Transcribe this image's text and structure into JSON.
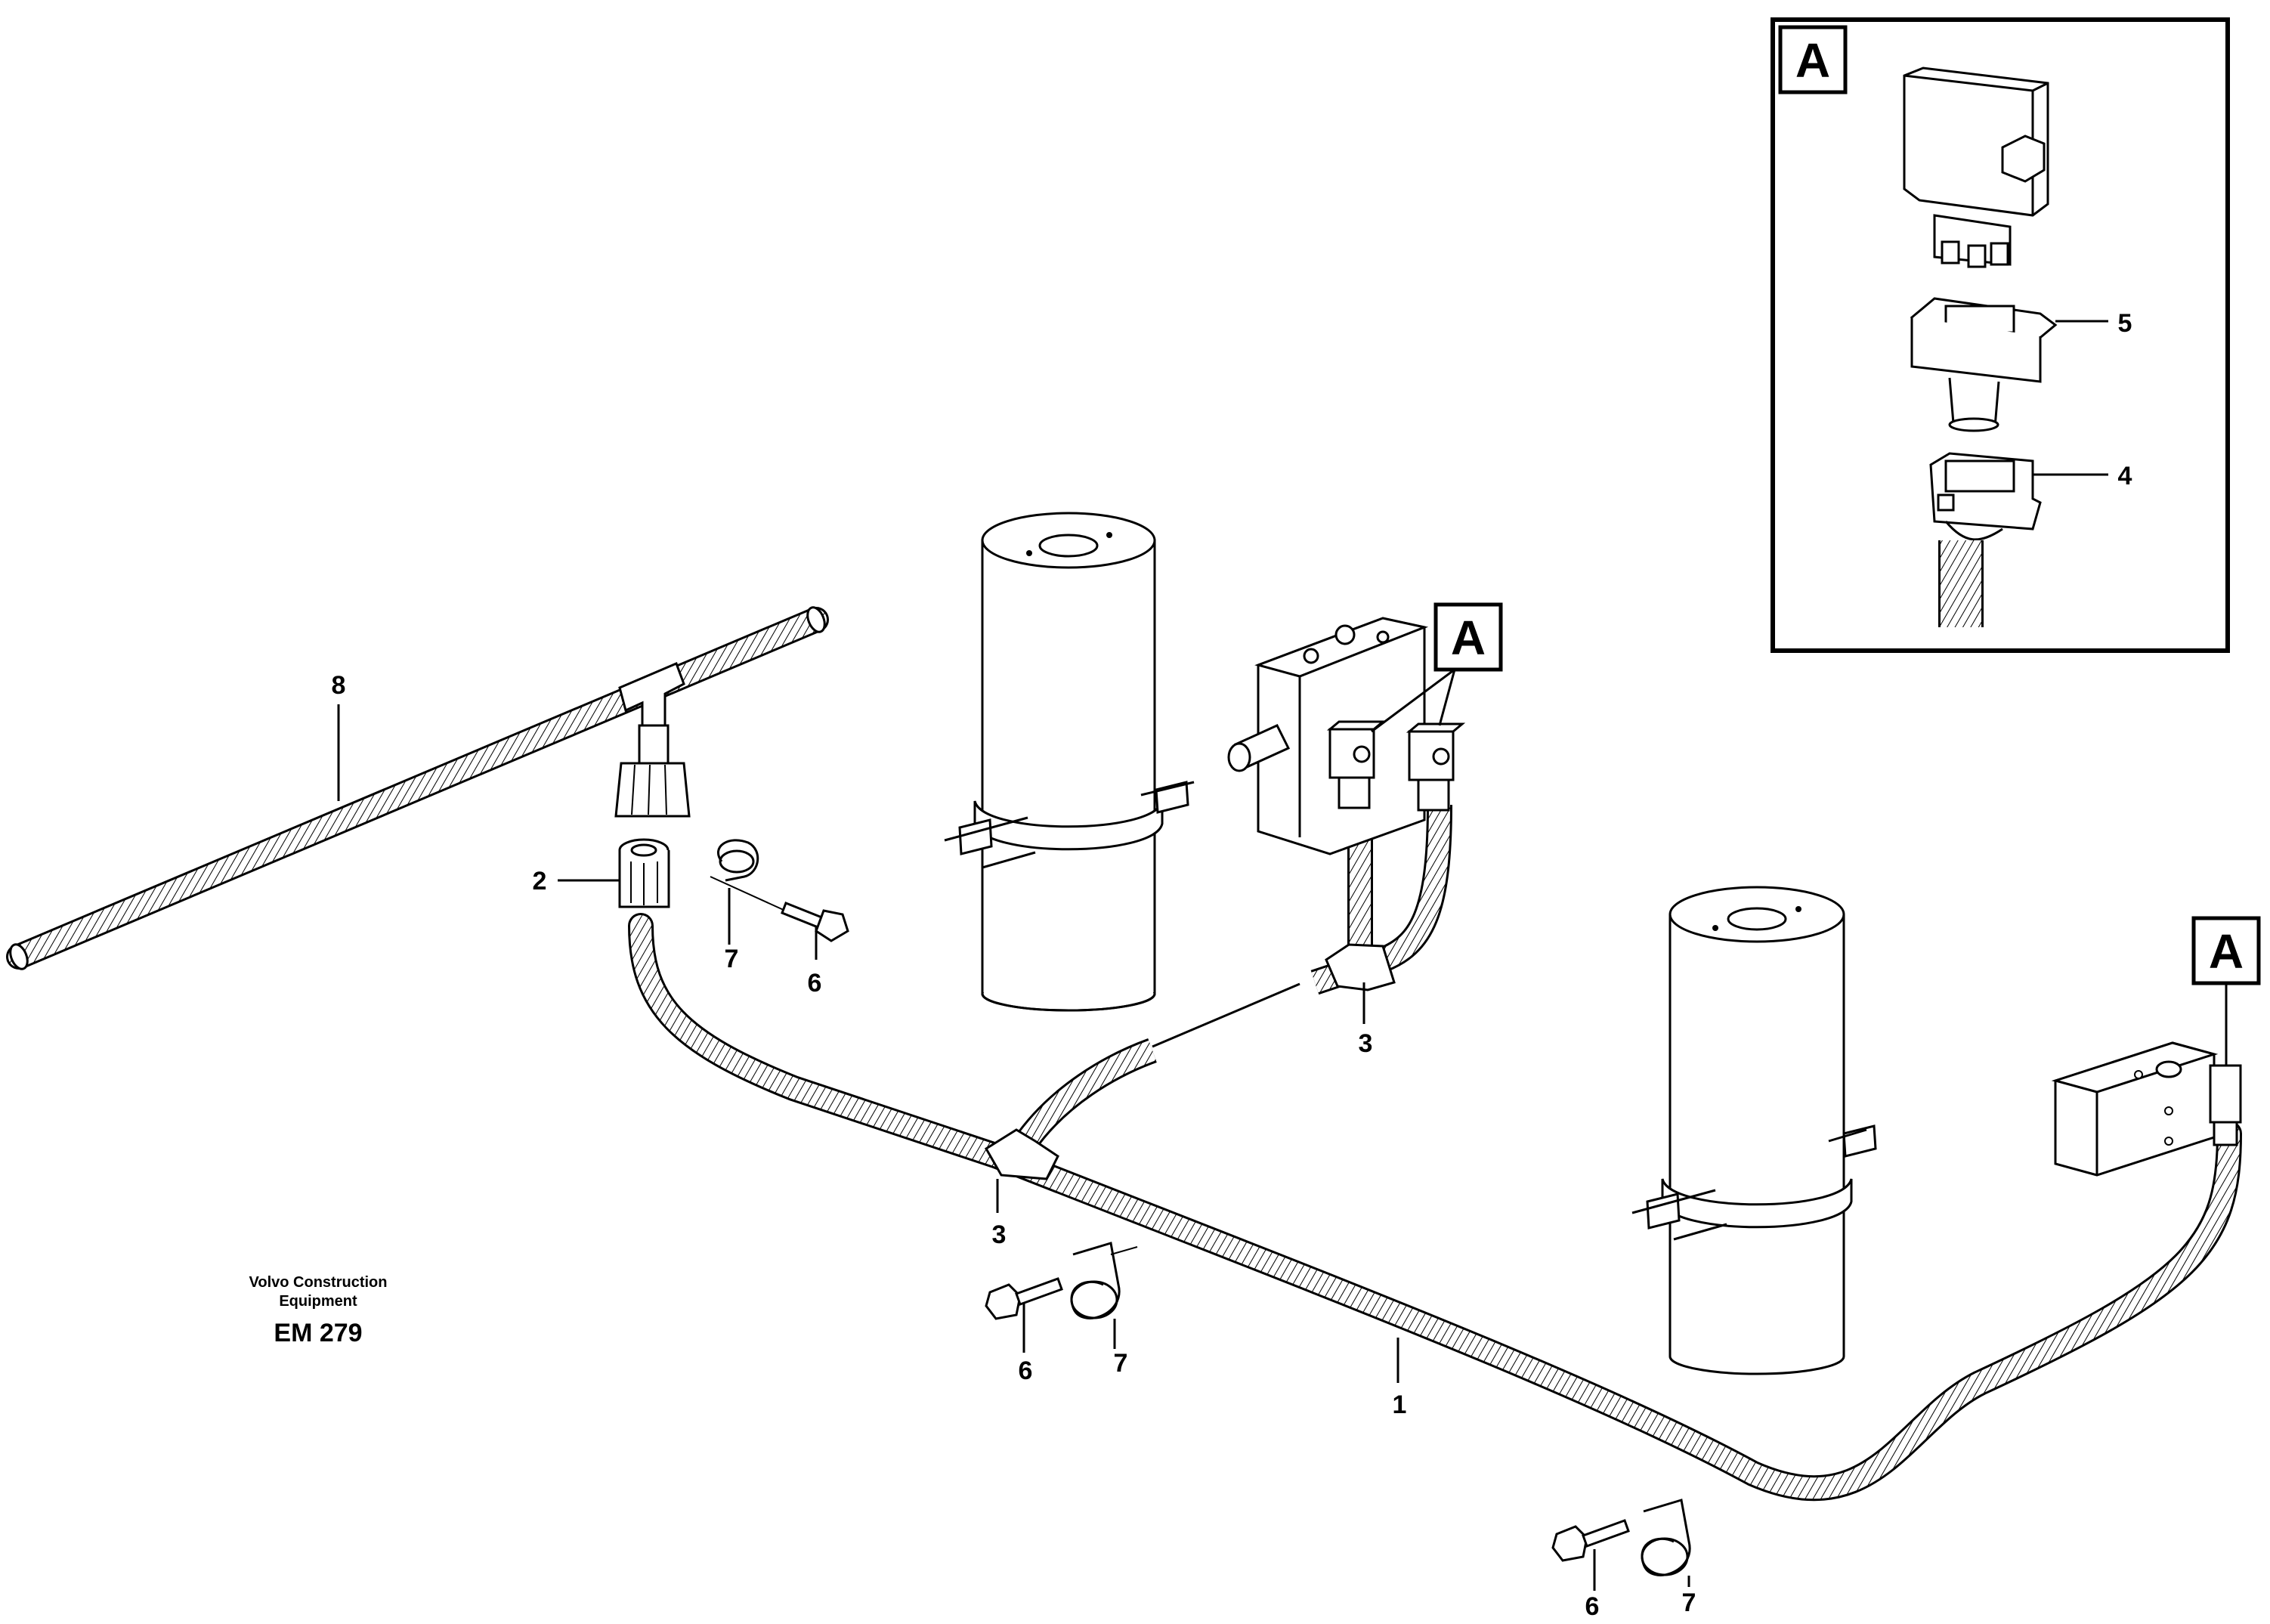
{
  "detail_ref": "A",
  "credit": {
    "line1": "Volvo Construction",
    "line2": "Equipment",
    "doc_number": "EM 279"
  },
  "callouts": {
    "c1": "1",
    "c2": "2",
    "c3a": "3",
    "c3b": "3",
    "c4": "4",
    "c5": "5",
    "c6a": "6",
    "c6b": "6",
    "c6c": "6",
    "c7a": "7",
    "c7b": "7",
    "c7c": "7",
    "c8": "8"
  }
}
